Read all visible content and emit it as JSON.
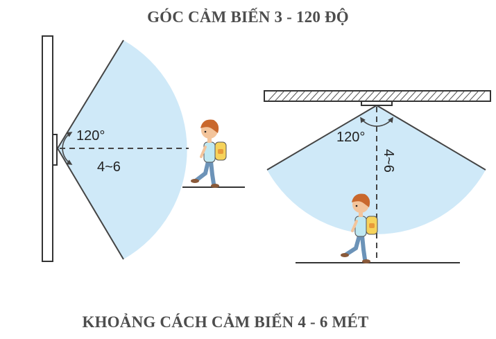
{
  "title_top": "GÓC CẢM BIẾN 3 - 120 ĐỘ",
  "title_bottom": "KHOẢNG CÁCH CẢM BIẾN 4 - 6 MÉT",
  "left_diagram": {
    "angle_label": "120°",
    "distance_label": "4~6"
  },
  "right_diagram": {
    "angle_label": "120°",
    "distance_label": "4~6"
  },
  "colors": {
    "zone_fill": "#cfe9f8",
    "line": "#333333",
    "title": "#4d4d4d"
  }
}
